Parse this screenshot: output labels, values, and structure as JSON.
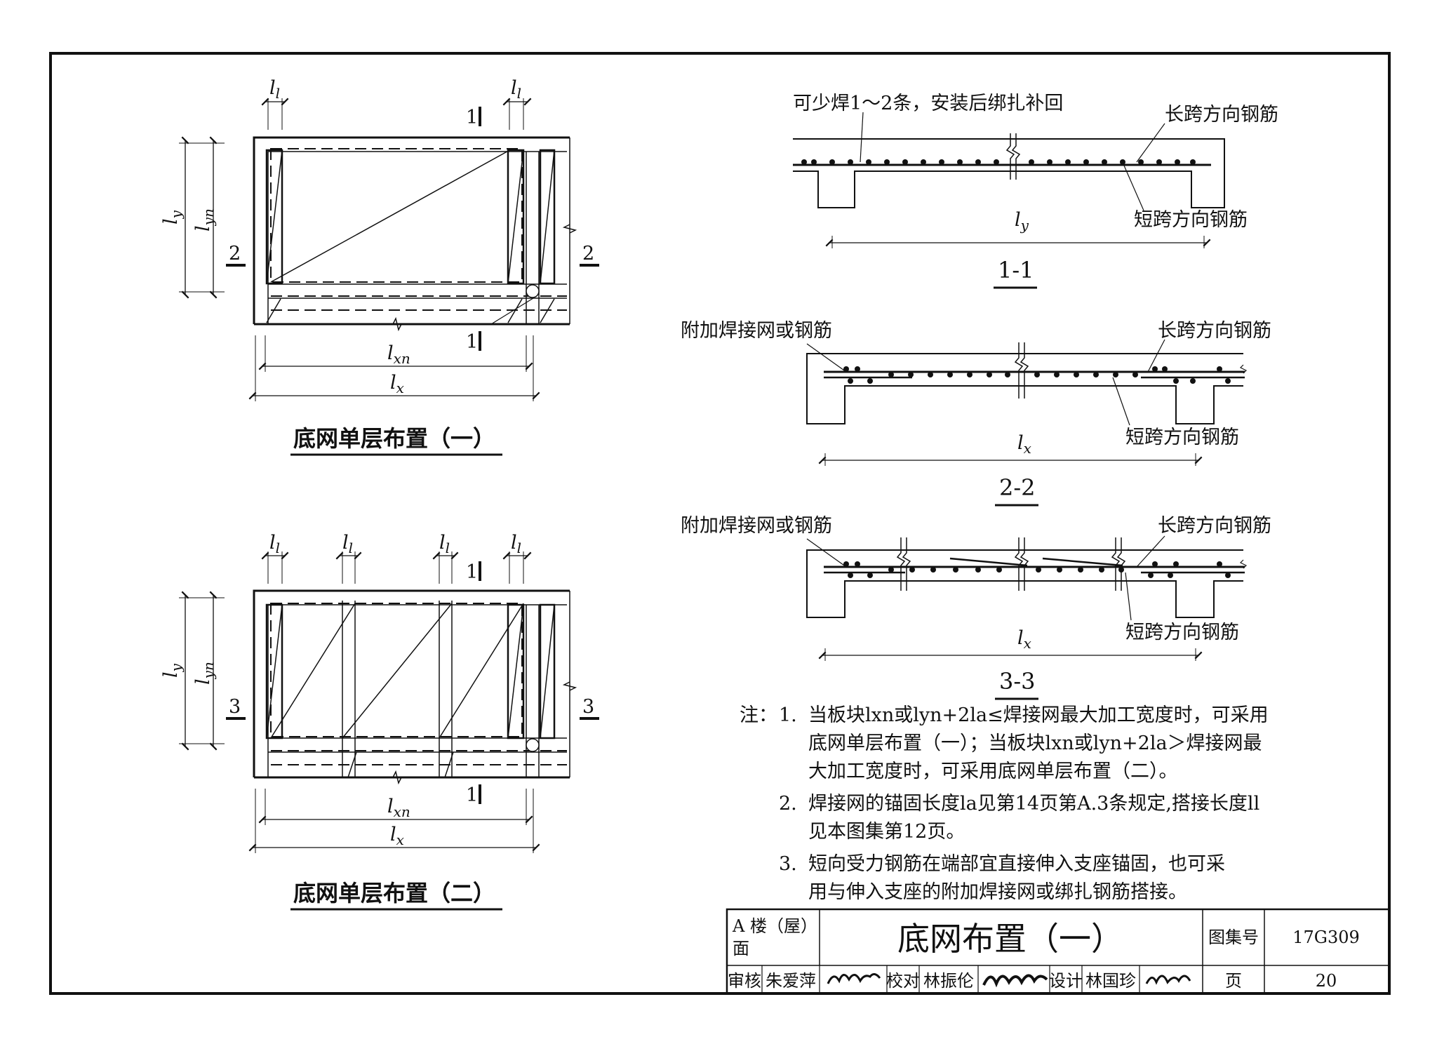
{
  "plan1": {
    "caption": "底网单层布置（一）",
    "dims": {
      "ll": "l",
      "ll_sub": "l",
      "ly": "l",
      "ly_sub": "y",
      "lyn": "l",
      "lyn_sub": "yn",
      "lxn": "l",
      "lxn_sub": "xn",
      "lx": "l",
      "lx_sub": "x"
    },
    "cut_marks": {
      "top": "1",
      "bottom": "1",
      "left": "2",
      "right": "2"
    }
  },
  "plan2": {
    "caption": "底网单层布置（二）",
    "cut_marks": {
      "top": "1",
      "bottom": "1",
      "left": "3",
      "right": "3"
    }
  },
  "section11": {
    "title": "1-1",
    "note_top": "可少焊1～2条，安装后绑扎补回",
    "label_long": "长跨方向钢筋",
    "label_short": "短跨方向钢筋",
    "dim": "l",
    "dim_sub": "y"
  },
  "section22": {
    "title": "2-2",
    "label_extra": "附加焊接网或钢筋",
    "label_long": "长跨方向钢筋",
    "label_short": "短跨方向钢筋",
    "dim": "l",
    "dim_sub": "x"
  },
  "section33": {
    "title": "3-3",
    "label_extra": "附加焊接网或钢筋",
    "label_long": "长跨方向钢筋",
    "label_short": "短跨方向钢筋",
    "dim": "l",
    "dim_sub": "x"
  },
  "notes": {
    "prefix": "注：",
    "n1_num": "1.",
    "n1_l1": "当板块lxn或lyn+2la≤焊接网最大加工宽度时，可采用",
    "n1_l2": "底网单层布置（一）；当板块lxn或lyn+2la＞焊接网最",
    "n1_l3": "大加工宽度时，可采用底网单层布置（二）。",
    "n2_num": "2.",
    "n2_l1": "焊接网的锚固长度la见第14页第A.3条规定,搭接长度ll",
    "n2_l2": "见本图集第12页。",
    "n3_num": "3.",
    "n3_l1": "短向受力钢筋在端部宜直接伸入支座锚固，也可采",
    "n3_l2": "用与伸入支座的附加焊接网或绑扎钢筋搭接。"
  },
  "title_block": {
    "category": "A 楼（屋）面",
    "category_l1": "A 楼（屋）",
    "category_l2": "面",
    "title": "底网布置（一）",
    "atlas_label": "图集号",
    "atlas_no": "17G309",
    "review_label": "审核",
    "reviewer": "朱爱萍",
    "check_label": "校对",
    "checker": "林振伦",
    "design_label": "设计",
    "designer": "林国珍",
    "page_label": "页",
    "page_no": "20"
  }
}
